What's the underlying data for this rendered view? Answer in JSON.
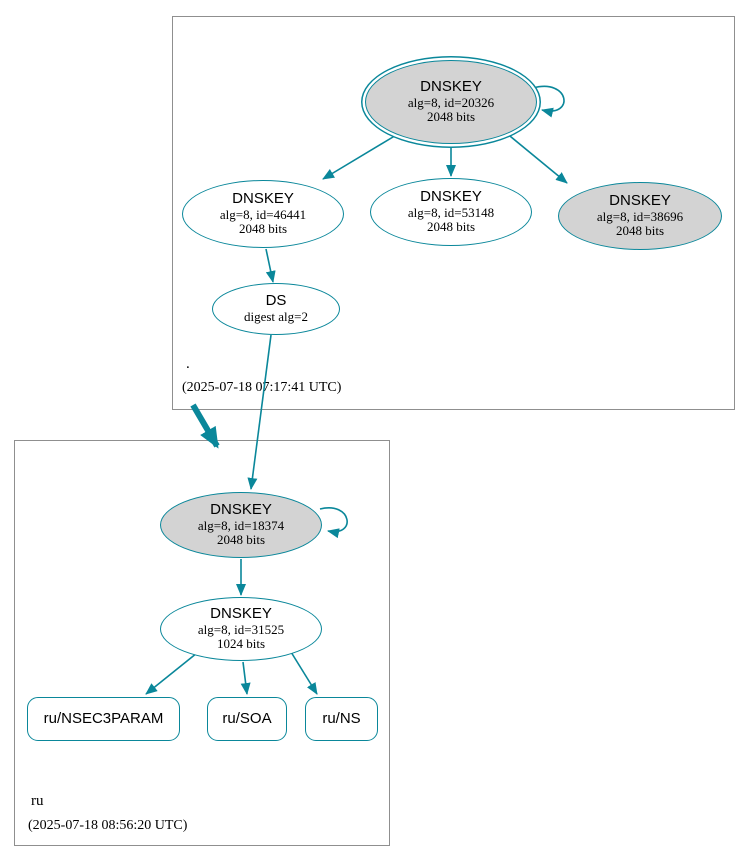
{
  "diagram_type": "dnssec-authentication-graph",
  "colors": {
    "edge_accent": "#0a879a",
    "node_fill_emphasis": "#d3d3d3",
    "node_fill_default": "#ffffff",
    "cluster_border": "#8f8f8f"
  },
  "zones": [
    {
      "name": ".",
      "timestamp": "(2025-07-18 07:17:41 UTC)",
      "nodes": [
        {
          "id": "dnskey-20326",
          "title": "DNSKEY",
          "line1": "alg=8, id=20326",
          "line2": "2048 bits"
        },
        {
          "id": "dnskey-46441",
          "title": "DNSKEY",
          "line1": "alg=8, id=46441",
          "line2": "2048 bits"
        },
        {
          "id": "dnskey-53148",
          "title": "DNSKEY",
          "line1": "alg=8, id=53148",
          "line2": "2048 bits"
        },
        {
          "id": "dnskey-38696",
          "title": "DNSKEY",
          "line1": "alg=8, id=38696",
          "line2": "2048 bits"
        },
        {
          "id": "ds-root-ru",
          "title": "DS",
          "line1": "digest alg=2"
        }
      ]
    },
    {
      "name": "ru",
      "timestamp": "(2025-07-18 08:56:20 UTC)",
      "nodes": [
        {
          "id": "dnskey-18374",
          "title": "DNSKEY",
          "line1": "alg=8, id=18374",
          "line2": "2048 bits"
        },
        {
          "id": "dnskey-31525",
          "title": "DNSKEY",
          "line1": "alg=8, id=31525",
          "line2": "1024 bits"
        },
        {
          "id": "rrset-nsec3param",
          "label": "ru/NSEC3PARAM"
        },
        {
          "id": "rrset-soa",
          "label": "ru/SOA"
        },
        {
          "id": "rrset-ns",
          "label": "ru/NS"
        }
      ]
    }
  ],
  "edges": [
    {
      "from": "dnskey-20326",
      "to": "dnskey-20326",
      "kind": "self-signature"
    },
    {
      "from": "dnskey-20326",
      "to": "dnskey-46441",
      "kind": "signature"
    },
    {
      "from": "dnskey-20326",
      "to": "dnskey-53148",
      "kind": "signature"
    },
    {
      "from": "dnskey-20326",
      "to": "dnskey-38696",
      "kind": "signature"
    },
    {
      "from": "dnskey-46441",
      "to": "ds-root-ru",
      "kind": "signature"
    },
    {
      "from": "ds-root-ru",
      "to": "dnskey-18374",
      "kind": "delegation-ds"
    },
    {
      "from": "zone-root",
      "to": "zone-ru",
      "kind": "zone-delegation"
    },
    {
      "from": "dnskey-18374",
      "to": "dnskey-18374",
      "kind": "self-signature"
    },
    {
      "from": "dnskey-18374",
      "to": "dnskey-31525",
      "kind": "signature"
    },
    {
      "from": "dnskey-31525",
      "to": "rrset-nsec3param",
      "kind": "signature"
    },
    {
      "from": "dnskey-31525",
      "to": "rrset-soa",
      "kind": "signature"
    },
    {
      "from": "dnskey-31525",
      "to": "rrset-ns",
      "kind": "signature"
    }
  ]
}
